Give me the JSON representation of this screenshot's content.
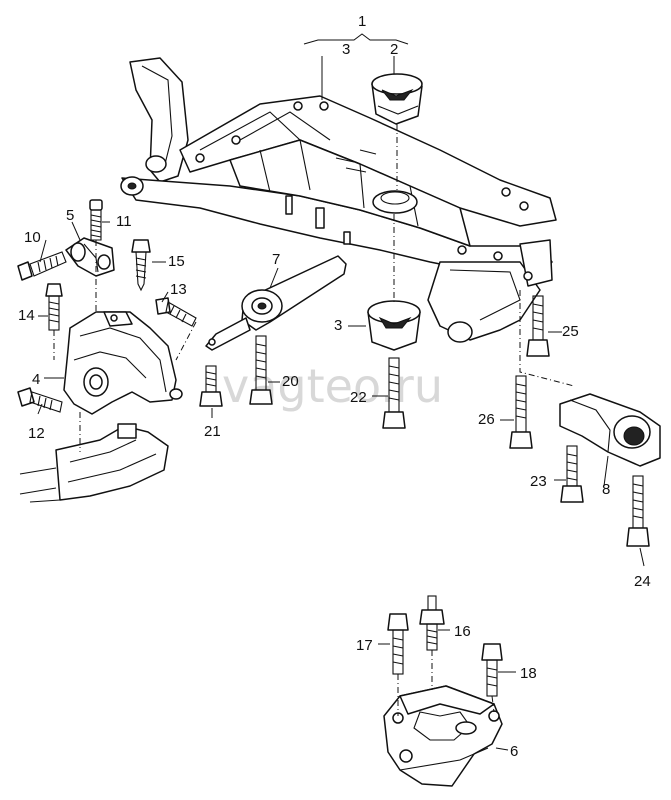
{
  "watermark": "vagteo.ru",
  "callouts": {
    "c1": "1",
    "c2": "2",
    "c3a": "3",
    "c3b": "3",
    "c4": "4",
    "c5": "5",
    "c6": "6",
    "c7": "7",
    "c8": "8",
    "c10": "10",
    "c11": "11",
    "c12": "12",
    "c13": "13",
    "c14": "14",
    "c15": "15",
    "c16": "16",
    "c17": "17",
    "c18": "18",
    "c20": "20",
    "c21": "21",
    "c22": "22",
    "c23": "23",
    "c24": "24",
    "c25": "25",
    "c26": "26"
  }
}
